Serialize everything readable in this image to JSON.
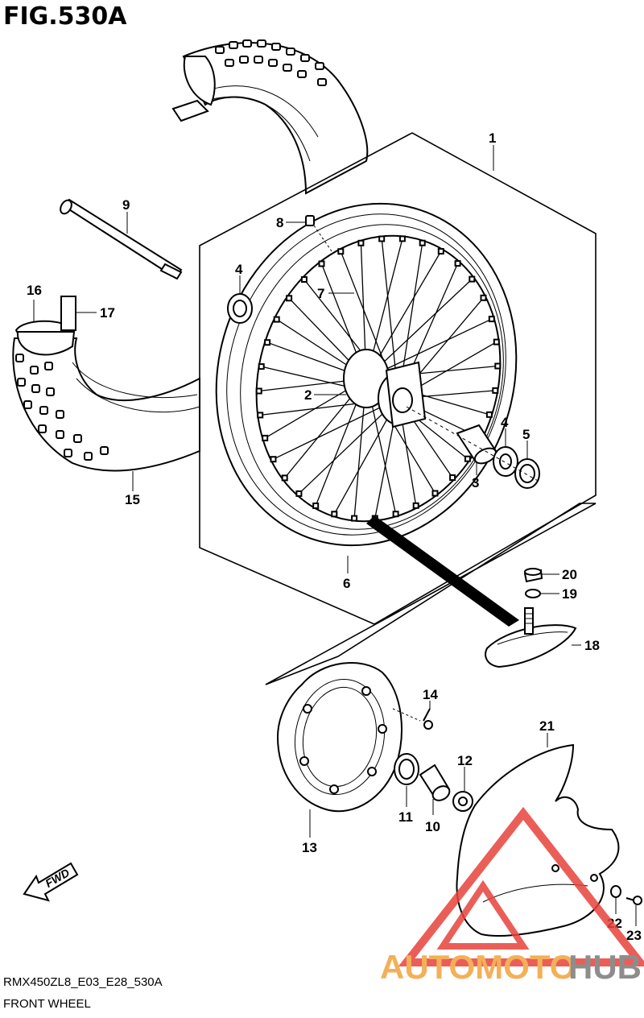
{
  "figure": {
    "title": "FIG.530A",
    "model_code": "RMX450ZL8_E03_E28_530A",
    "caption": "FRONT WHEEL"
  },
  "callouts": [
    {
      "num": "1"
    },
    {
      "num": "2"
    },
    {
      "num": "3"
    },
    {
      "num": "4"
    },
    {
      "num": "4"
    },
    {
      "num": "5"
    },
    {
      "num": "6"
    },
    {
      "num": "7"
    },
    {
      "num": "8"
    },
    {
      "num": "9"
    },
    {
      "num": "10"
    },
    {
      "num": "11"
    },
    {
      "num": "12"
    },
    {
      "num": "13"
    },
    {
      "num": "14"
    },
    {
      "num": "15"
    },
    {
      "num": "16"
    },
    {
      "num": "17"
    },
    {
      "num": "18"
    },
    {
      "num": "19"
    },
    {
      "num": "20"
    },
    {
      "num": "21"
    },
    {
      "num": "22"
    },
    {
      "num": "23"
    }
  ],
  "direction_marker": {
    "label": "FWD"
  },
  "watermark": {
    "part1": "AUTOMOTO",
    "part2": "HUB",
    "color_orange": "#f2a33a",
    "color_red": "#e8423c",
    "color_gray": "#7a7a7a"
  }
}
